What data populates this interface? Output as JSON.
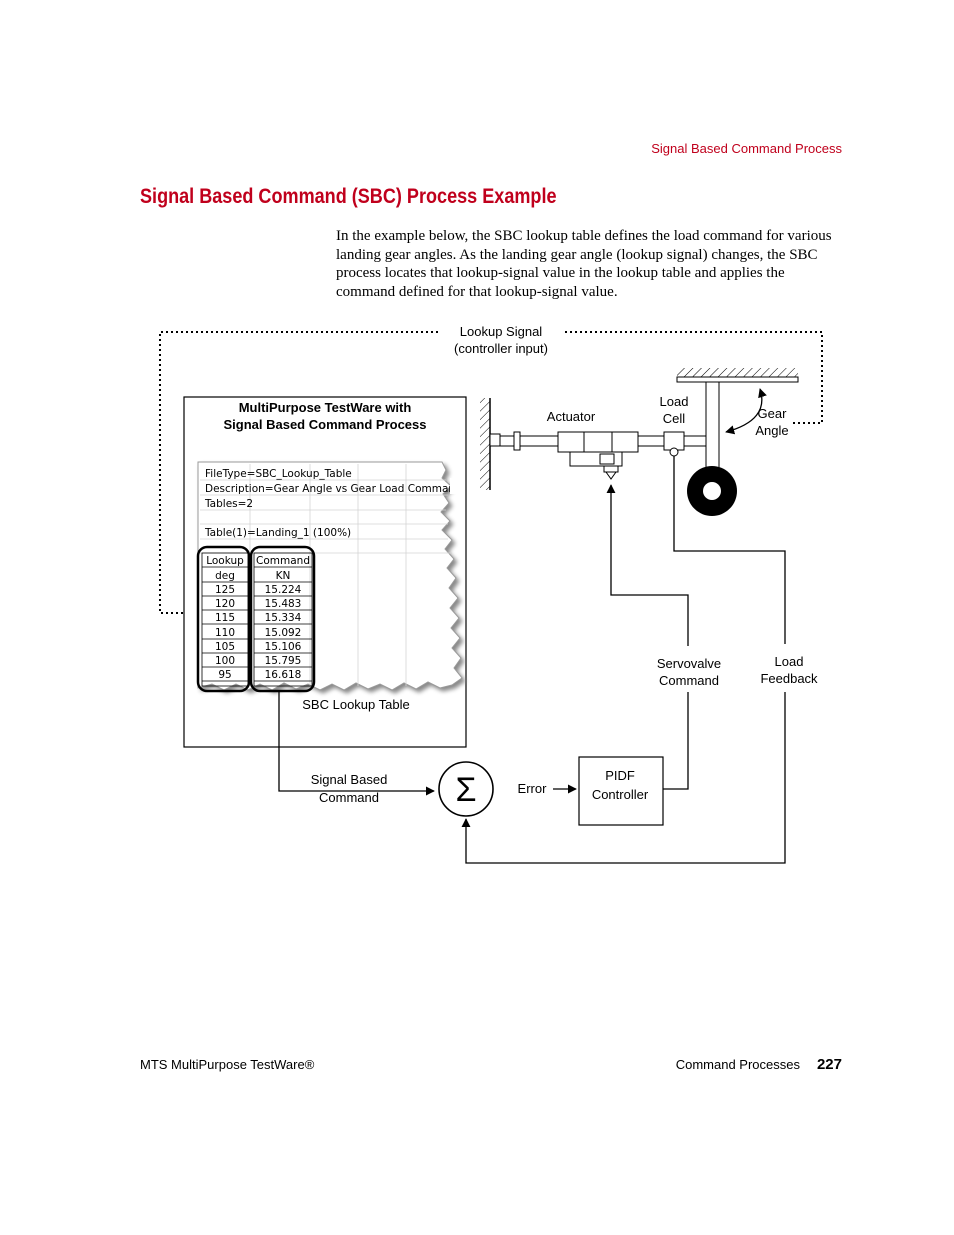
{
  "header": {
    "running_title": "Signal Based Command Process"
  },
  "section": {
    "title": "Signal Based Command (SBC) Process Example"
  },
  "intro": {
    "text": "In the example below, the SBC lookup table defines the load command for various landing gear angles. As the landing gear angle (lookup signal) changes, the SBC process locates that lookup-signal value in the lookup table and applies the command defined for that lookup-signal value."
  },
  "diagram": {
    "lookup_signal_line1": "Lookup Signal",
    "lookup_signal_line2": "(controller input)",
    "box_title_line1": "MultiPurpose TestWare with",
    "box_title_line2": "Signal Based Command Process",
    "file_lines": [
      {
        "key": "FileType=",
        "value": "SBC_Lookup_Table"
      },
      {
        "key": "Description=",
        "value": "Gear Angle vs Gear Load Command"
      },
      {
        "key": "Tables=",
        "value": "2"
      },
      {
        "key": "Table(1)=",
        "value": "Landing_1 (100%)"
      }
    ],
    "table_headers": [
      "Lookup",
      "Command"
    ],
    "table_units": [
      "deg",
      "KN"
    ],
    "table_rows": [
      [
        "125",
        "15.224"
      ],
      [
        "120",
        "15.483"
      ],
      [
        "115",
        "15.334"
      ],
      [
        "110",
        "15.092"
      ],
      [
        "105",
        "15.106"
      ],
      [
        "100",
        "15.795"
      ],
      [
        "95",
        "16.618"
      ]
    ],
    "sbc_table_label": "SBC Lookup Table",
    "actuator_label": "Actuator",
    "load_cell_line1": "Load",
    "load_cell_line2": "Cell",
    "gear_angle_line1": "Gear",
    "gear_angle_line2": "Angle",
    "servovalve_line1": "Servovalve",
    "servovalve_line2": "Command",
    "load_feedback_line1": "Load",
    "load_feedback_line2": "Feedback",
    "signal_based_line1": "Signal Based",
    "signal_based_line2": "Command",
    "sigma": "Σ",
    "error_label": "Error",
    "pidf_line1": "PIDF",
    "pidf_line2": "Controller"
  },
  "footer": {
    "left": "MTS MultiPurpose TestWare®",
    "right": "Command Processes",
    "page_number": "227"
  },
  "colors": {
    "accent": "#c0001c"
  }
}
